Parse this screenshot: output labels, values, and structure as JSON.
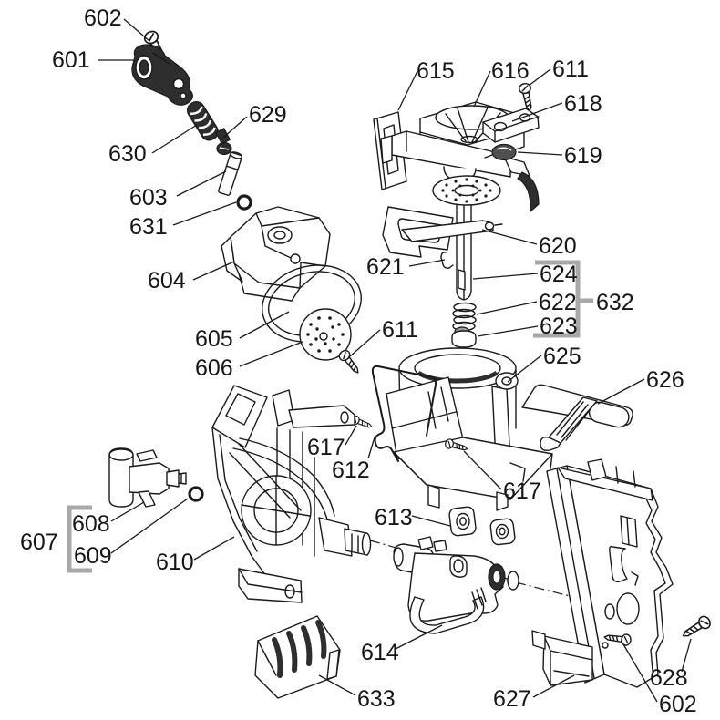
{
  "diagram": {
    "type": "exploded-parts-diagram",
    "background": "#ffffff",
    "line_color": "#1a1a1a",
    "bracket_color": "#a8a8a8",
    "part_numbers": [
      "601",
      "602",
      "603",
      "604",
      "605",
      "606",
      "607",
      "608",
      "609",
      "610",
      "611",
      "612",
      "613",
      "614",
      "615",
      "616",
      "617",
      "618",
      "619",
      "620",
      "621",
      "622",
      "623",
      "624",
      "625",
      "626",
      "627",
      "628",
      "629",
      "630",
      "631",
      "632",
      "633"
    ],
    "bracket_groups": {
      "607": [
        "608",
        "609"
      ],
      "632": [
        "624",
        "622",
        "623"
      ]
    },
    "labels": {
      "l601": "601",
      "l602_top": "602",
      "l602_bottom": "602",
      "l603": "603",
      "l604": "604",
      "l605": "605",
      "l606": "606",
      "l607": "607",
      "l608": "608",
      "l609": "609",
      "l610": "610",
      "l611_top": "611",
      "l611_mid": "611",
      "l612": "612",
      "l613": "613",
      "l614": "614",
      "l615": "615",
      "l616": "616",
      "l617_left": "617",
      "l617_right": "617",
      "l618": "618",
      "l619": "619",
      "l620": "620",
      "l621": "621",
      "l622": "622",
      "l623": "623",
      "l624": "624",
      "l625": "625",
      "l626": "626",
      "l627": "627",
      "l628": "628",
      "l629": "629",
      "l630": "630",
      "l631": "631",
      "l632": "632",
      "l633": "633"
    }
  }
}
